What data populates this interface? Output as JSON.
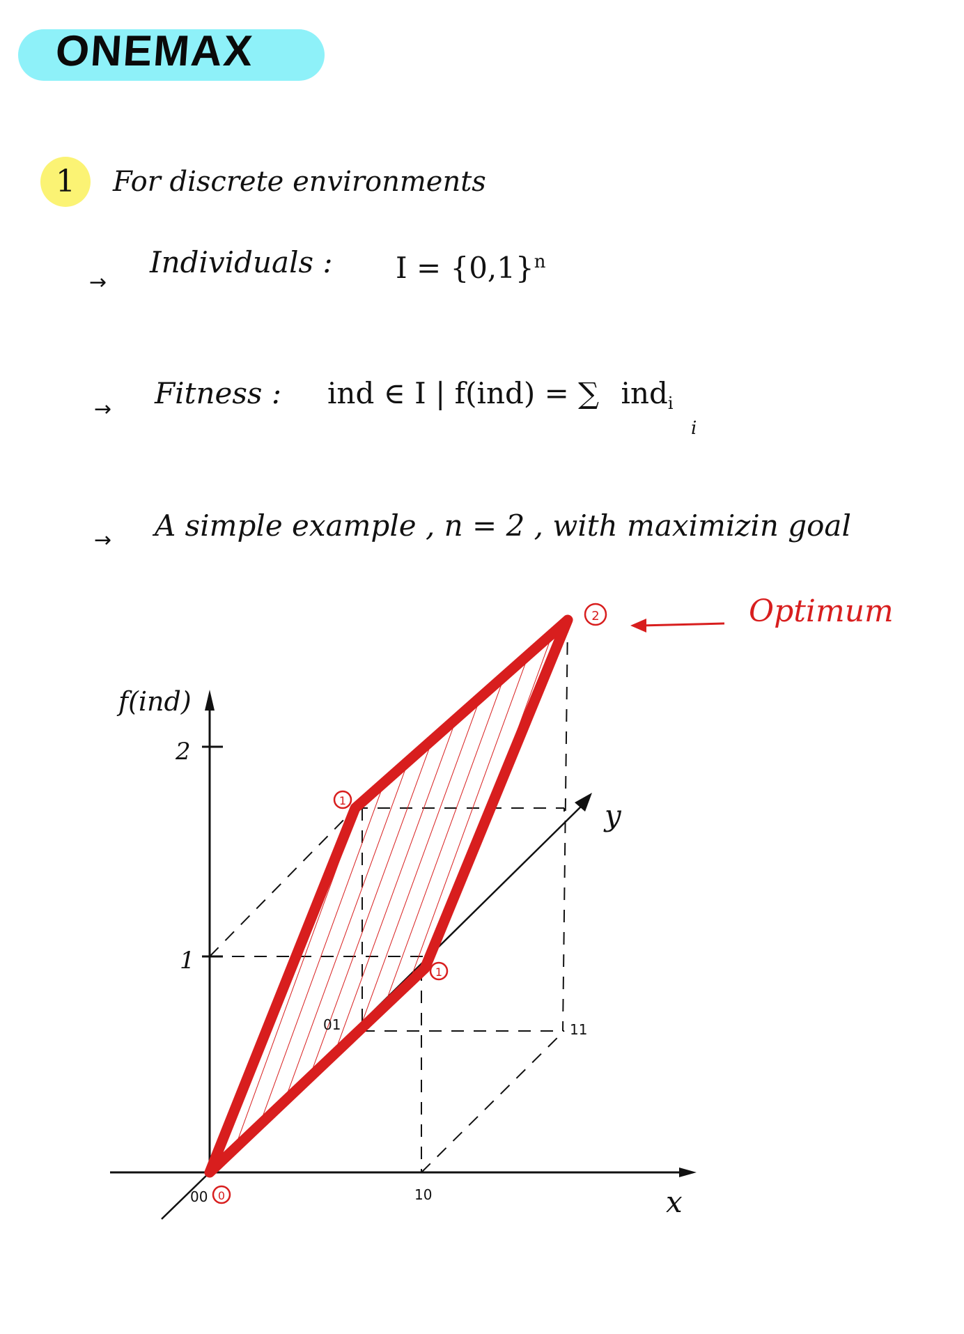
{
  "title": "ONEMAX",
  "section": {
    "number": "1",
    "heading": "For discrete environments"
  },
  "bullets": {
    "individuals": {
      "label": "Individuals :",
      "math": "I = {0,1}",
      "exponent": "n"
    },
    "fitness": {
      "label": "Fitness :",
      "math_prefix": "ind ∈ I | f(ind) = ∑",
      "sum_index": "i",
      "summand": "ind",
      "summand_index": "i"
    },
    "example": {
      "text": "A simple example , n = 2 , with maximizin goal"
    }
  },
  "diagram": {
    "y_axis_label": "f(ind)",
    "y_ticks": [
      "2",
      "1"
    ],
    "x_axis_label": "x",
    "y_depth_axis_label": "y",
    "corner_labels": {
      "origin": "00",
      "x_corner": "10",
      "y_corner": "01",
      "far_corner": "11"
    },
    "fitness_values": {
      "origin": "0",
      "x_corner": "1",
      "y_corner": "1",
      "far_corner": "2"
    },
    "annotation": "Optimum",
    "colors": {
      "red": "#d81e1e",
      "ink": "#111111",
      "title_bg": "#8ef1f9",
      "badge_bg": "#fbf374"
    }
  }
}
